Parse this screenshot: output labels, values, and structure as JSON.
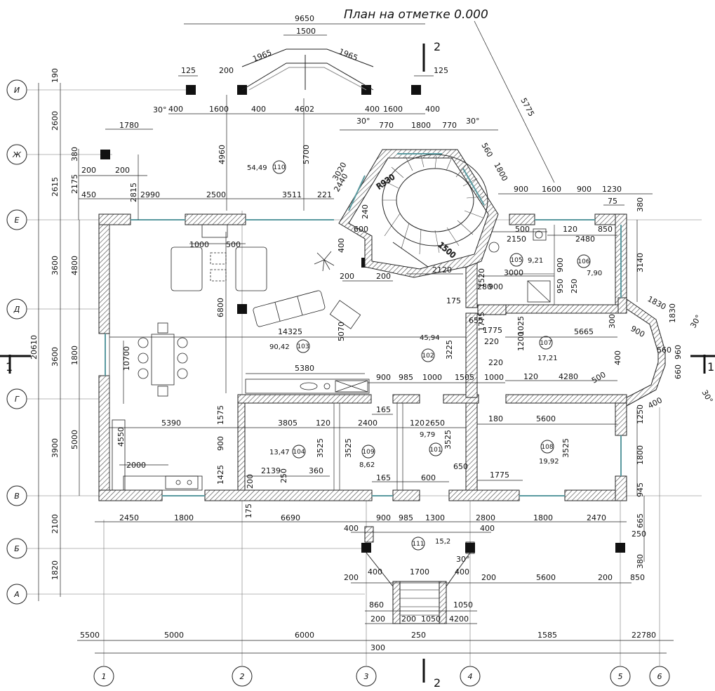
{
  "title": "План на отметке 0.000",
  "section_marks": {
    "top": "2",
    "bottom": "2",
    "left": "1",
    "right": "1"
  },
  "grid_rows": [
    "И",
    "Ж",
    "Е",
    "Д",
    "Г",
    "В",
    "Б",
    "А"
  ],
  "grid_cols": [
    "1",
    "2",
    "3",
    "4",
    "5",
    "6"
  ],
  "rooms": [
    {
      "num": "110",
      "area": "54,49"
    },
    {
      "num": "103",
      "area": "90,42"
    },
    {
      "num": "102",
      "area": "45,94"
    },
    {
      "num": "104",
      "area": "13,47"
    },
    {
      "num": "109",
      "area": "8,62"
    },
    {
      "num": "101",
      "area": "9,79"
    },
    {
      "num": "108",
      "area": "19,92"
    },
    {
      "num": "107",
      "area": "17,21"
    },
    {
      "num": "105",
      "area": "9,21"
    },
    {
      "num": "106",
      "area": "7,90"
    },
    {
      "num": "111",
      "area": "15,2"
    }
  ],
  "dims_h": [
    "9650",
    "1500",
    "1965",
    "1965",
    "125",
    "200",
    "125",
    "400",
    "1600",
    "400",
    "4602",
    "400",
    "1600",
    "400",
    "1780",
    "770",
    "1800",
    "770",
    "200",
    "200",
    "450",
    "2990",
    "2500",
    "3511",
    "221",
    "900",
    "1600",
    "900",
    "1230",
    "75",
    "500",
    "2150",
    "120",
    "850",
    "2480",
    "3000",
    "600",
    "1000",
    "500",
    "2120",
    "200",
    "200",
    "14325",
    "280",
    "900",
    "175",
    "655",
    "1775",
    "220",
    "220",
    "5665",
    "1200",
    "120",
    "4280",
    "5380",
    "900",
    "985",
    "1000",
    "1505",
    "1000",
    "165",
    "5390",
    "3805",
    "120",
    "2400",
    "120",
    "2650",
    "180",
    "5600",
    "165",
    "600",
    "2000",
    "2139",
    "360",
    "650",
    "1775",
    "2450",
    "1800",
    "6690",
    "900",
    "985",
    "1300",
    "2800",
    "1800",
    "2470",
    "400",
    "400",
    "400",
    "1700",
    "400",
    "200",
    "5600",
    "200",
    "200",
    "850",
    "860",
    "1050",
    "200",
    "200",
    "1050",
    "4200",
    "250",
    "5500",
    "5000",
    "6000",
    "1585",
    "22780",
    "300",
    "300",
    "900",
    "560",
    "1830",
    "1830",
    "400",
    "400",
    "500"
  ],
  "dims_v": [
    "190",
    "2600",
    "380",
    "2615",
    "2175",
    "2815",
    "3600",
    "4800",
    "3600",
    "1800",
    "3900",
    "5000",
    "2100",
    "1820",
    "20610",
    "4960",
    "5700",
    "10700",
    "6800",
    "3020",
    "2440",
    "240",
    "400",
    "1520",
    "1775",
    "1025",
    "950",
    "250",
    "900",
    "3225",
    "3525",
    "3525",
    "3525",
    "3525",
    "1575",
    "900",
    "1425",
    "200",
    "250",
    "175",
    "4550",
    "380",
    "3140",
    "1250",
    "1800",
    "945",
    "665",
    "250",
    "380",
    "5070",
    "960",
    "660"
  ],
  "angles": [
    "30°",
    "30°",
    "30°",
    "30°",
    "30°",
    "30°"
  ],
  "labels": {
    "stair_radius": "R930",
    "stair_width": "1500",
    "diag_5775": "5775",
    "diag_1800": "1800",
    "diag_560": "560"
  }
}
